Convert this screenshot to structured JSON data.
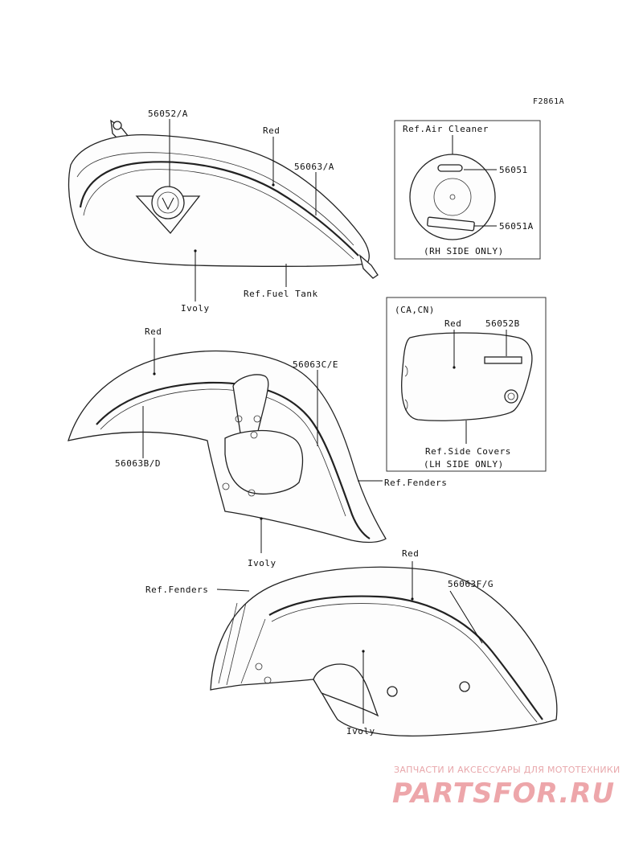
{
  "figure_code": "F2861A",
  "callouts": {
    "tank_emblem": "56052/A",
    "tank_red": "Red",
    "tank_stripe": "56063/A",
    "tank_ivory": "Ivoly",
    "tank_ref": "Ref.Fuel Tank",
    "front_red": "Red",
    "front_stripe_ce": "56063C/E",
    "front_stripe_bd": "56063B/D",
    "front_ref": "Ref.Fenders",
    "front_ivory": "Ivoly",
    "rear_red": "Red",
    "rear_stripe": "56063F/G",
    "rear_ref": "Ref.Fenders",
    "rear_ivory": "Ivoly"
  },
  "air_cleaner_box": {
    "title": "Ref.Air Cleaner",
    "part_top": "56051",
    "part_bottom": "56051A",
    "note": "(RH SIDE ONLY)"
  },
  "side_cover_box": {
    "region": "(CA,CN)",
    "red": "Red",
    "part": "56052B",
    "ref": "Ref.Side Covers",
    "note": "(LH SIDE ONLY)"
  },
  "watermark": {
    "tagline": "ЗАПЧАСТИ И АКСЕССУАРЫ ДЛЯ МОТОТЕХНИКИ",
    "brand": "PARTSFOR.RU"
  }
}
